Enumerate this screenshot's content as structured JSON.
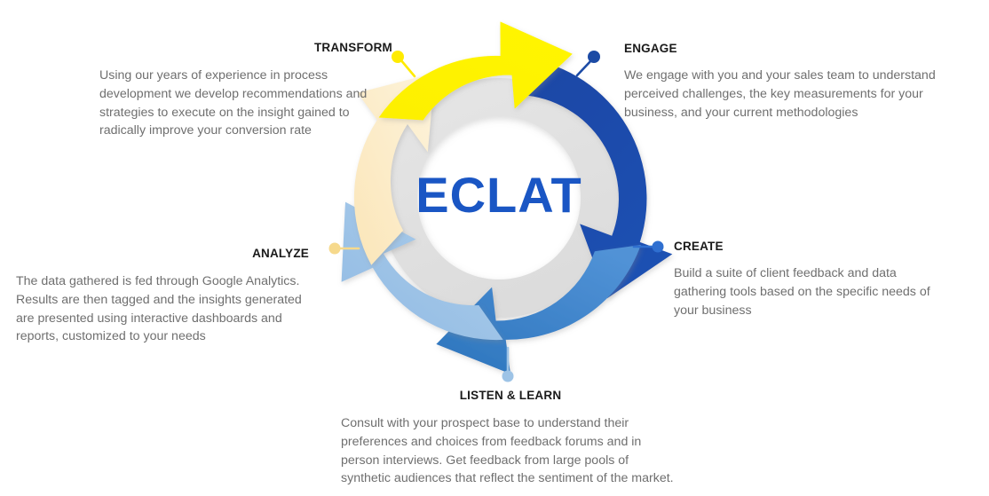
{
  "diagram": {
    "type": "cycle",
    "center_label": "ECLAT",
    "center_color": "#1a56c4",
    "ring_color": "#e0e0e0",
    "background": "#ffffff",
    "steps": [
      {
        "key": "transform",
        "heading": "TRANSFORM",
        "body": "Using our years of experience in process development we develop recommendations and strategies to execute on the insight gained to radically improve your conversion rate",
        "color": "#ffeb00",
        "connector_color": "#ffeb00"
      },
      {
        "key": "engage",
        "heading": "ENGAGE",
        "body": "We engage with you and your sales team to understand perceived challenges, the key measurements for your business, and your current methodologies",
        "color": "#1c4ba5",
        "connector_color": "#1c4ba5"
      },
      {
        "key": "create",
        "heading": "CREATE",
        "body": "Build a suite of client feedback and data gathering tools based on the specific needs of your business",
        "color": "#3f82c9",
        "connector_color": "#2f6fd0"
      },
      {
        "key": "listen",
        "heading": "LISTEN & LEARN",
        "body": "Consult with your prospect base to understand their preferences and choices from feedback forums and in person interviews. Get feedback from large pools of synthetic audiences that reflect the sentiment of the market.",
        "color": "#9dc3e6",
        "connector_color": "#9dc3e6"
      },
      {
        "key": "analyze",
        "heading": "ANALYZE",
        "body": "The data gathered is fed through Google Analytics. Results are then tagged and the insights generated are presented using interactive dashboards and reports, customized to your needs",
        "color": "#fbe5b0",
        "connector_color": "#f6d98c"
      }
    ]
  }
}
